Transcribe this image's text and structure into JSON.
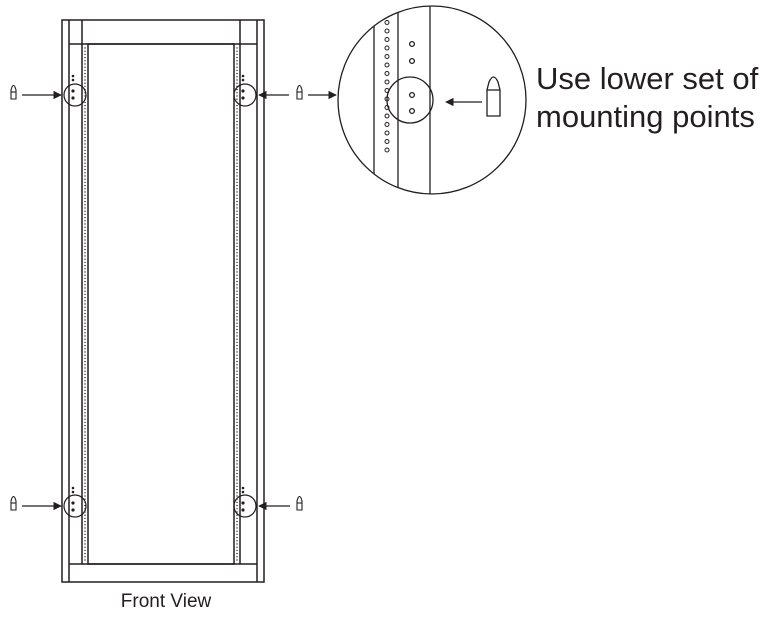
{
  "diagram": {
    "instruction_line_1": "Use lower set of",
    "instruction_line_2": "mounting points",
    "caption": "Front View"
  },
  "icons": {
    "screw": "screw-icon",
    "arrow": "arrow-icon",
    "detail_circle": "magnifier-circle"
  },
  "colors": {
    "line": "#231f20",
    "background": "#ffffff"
  }
}
